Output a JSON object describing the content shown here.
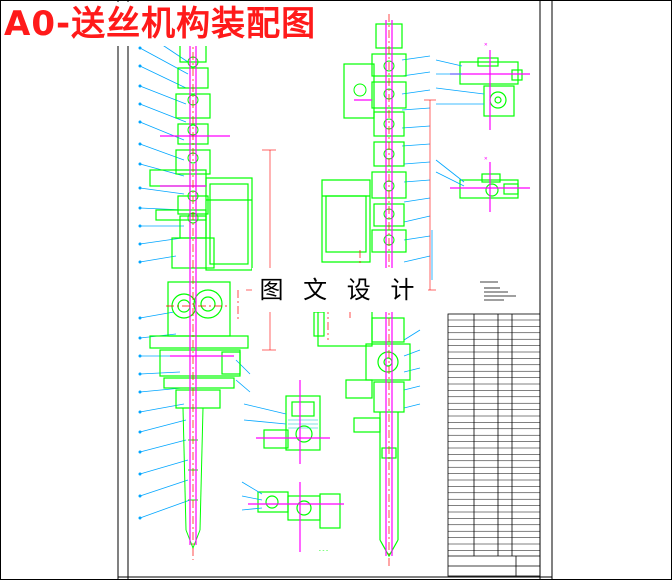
{
  "drawing": {
    "title": "A0-送丝机构装配图",
    "watermark": "图 文 设 计"
  },
  "colors": {
    "background": "#ffffff",
    "frame": "#000000",
    "part_outline": "#00ff00",
    "shaft": "#ff00ff",
    "centerline": "#ff0000",
    "leader": "#00a6ff",
    "hatch": "#00c8c8",
    "title": "#ff1a1a"
  },
  "elements": {
    "balloon_icon": "arrow-leader-balloon",
    "bolt_icon": "hex-bolt-symbol"
  }
}
